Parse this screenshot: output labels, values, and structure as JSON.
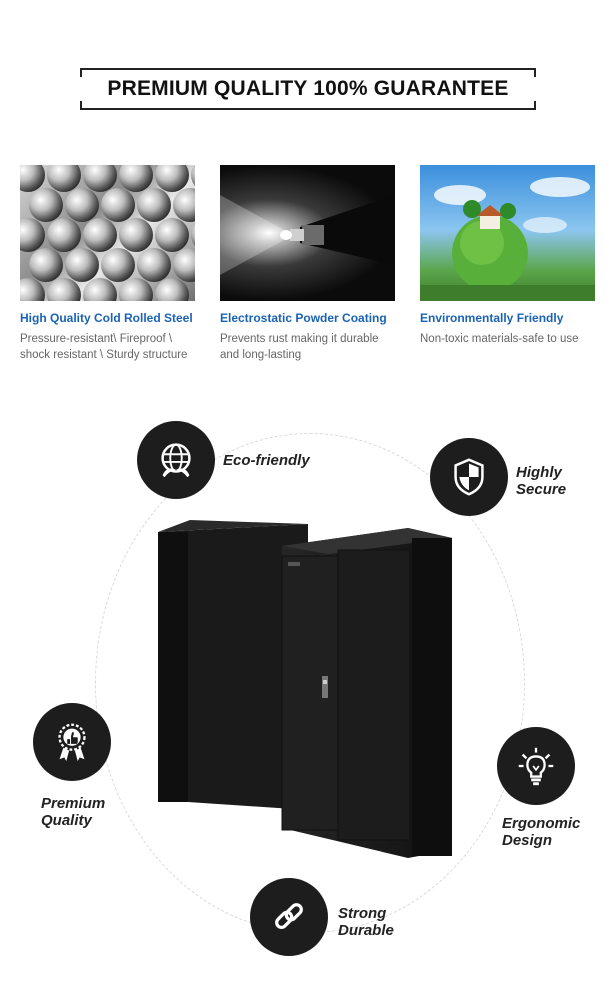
{
  "header": {
    "title": "PREMIUM QUALITY 100% GUARANTEE"
  },
  "features": [
    {
      "title": "High Quality Cold Rolled Steel",
      "desc": "Pressure-resistant\\ Fireproof \\ shock resistant \\ Sturdy structure",
      "image": "steel-rods-image"
    },
    {
      "title": "Electrostatic Powder Coating",
      "desc": "Prevents rust making it durable and  long-lasting",
      "image": "spray-gun-image"
    },
    {
      "title": "Environmentally Friendly",
      "desc": "Non-toxic materials-safe  to use",
      "image": "green-globe-image"
    }
  ],
  "badges": {
    "eco": {
      "label": "Eco-friendly",
      "icon": "globe-leaf-icon"
    },
    "secure": {
      "label1": "Highly",
      "label2": "Secure",
      "icon": "shield-icon"
    },
    "premium": {
      "label1": "Premium",
      "label2": "Quality",
      "icon": "thumbs-up-award-icon"
    },
    "ergonomic": {
      "label1": "Ergonomic",
      "label2": "Design",
      "icon": "lightbulb-icon"
    },
    "strong": {
      "label1": "Strong",
      "label2": "Durable",
      "icon": "chain-link-icon"
    }
  },
  "colors": {
    "accent": "#1a63b5",
    "badge": "#1d1d1d",
    "cabinet": "#1b1b1b"
  }
}
